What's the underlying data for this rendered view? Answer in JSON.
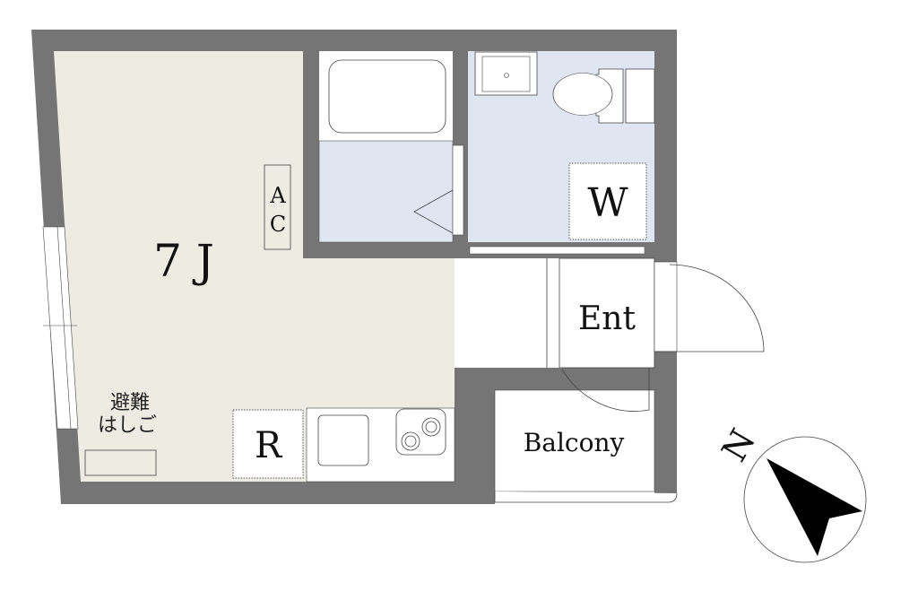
{
  "rooms": {
    "main_room": "7 J",
    "air_conditioner": [
      "A",
      "C"
    ],
    "escape_ladder": [
      "避難",
      "はしご"
    ],
    "refrigerator": "R",
    "washer": "W",
    "entrance": "Ent",
    "balcony": "Balcony"
  },
  "compass": {
    "label": "N"
  },
  "colors": {
    "wall": "#757575",
    "room_floor": "#EEEBE2",
    "wet_area": "#DFE6F2"
  }
}
